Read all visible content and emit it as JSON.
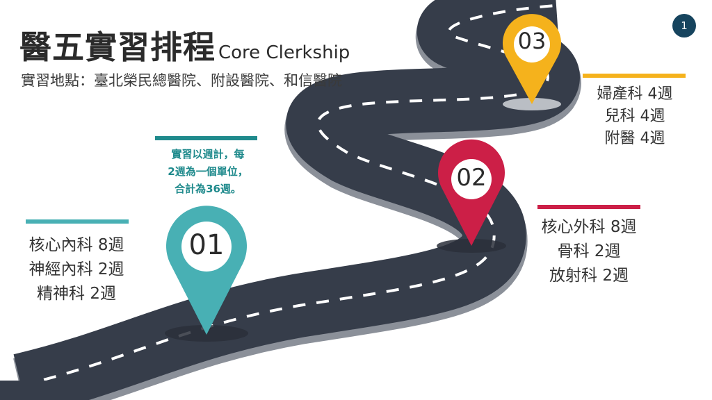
{
  "title": {
    "main": "醫五實習排程",
    "en": "Core Clerkship"
  },
  "subtitle": "實習地點：臺北榮民總醫院、附設醫院、和信醫院",
  "page_number": "1",
  "note": {
    "lines": [
      "實習以週計，每",
      "2週為一個單位，",
      "合計為36週。"
    ]
  },
  "milestones": [
    {
      "label": "01",
      "color": "#48b0b4",
      "items": [
        "核心內科 8週",
        "神經內科 2週",
        "精神科 2週"
      ]
    },
    {
      "label": "02",
      "color": "#cc1f47",
      "items": [
        "核心外科 8週",
        "骨科 2週",
        "放射科 2週"
      ]
    },
    {
      "label": "03",
      "color": "#f5b21c",
      "items": [
        "婦產科 4週",
        "兒科 4週",
        "附醫 4週"
      ]
    }
  ],
  "colors": {
    "road": "#363d4a",
    "road_edge": "#8b9099",
    "note_accent": "#1f8a8c",
    "badge": "#16445e"
  }
}
